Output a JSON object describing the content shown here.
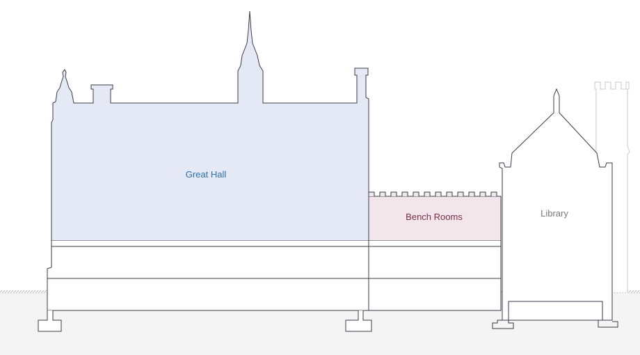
{
  "sections": {
    "great_hall": {
      "label": "Great Hall",
      "fill": "#e5e9f5",
      "text_color": "#2f6ea8"
    },
    "bench_rooms": {
      "label": "Bench Rooms",
      "fill": "#f2e6ea",
      "text_color": "#7a2a4f"
    },
    "library": {
      "label": "Library",
      "fill": "#ffffff",
      "text_color": "#7a7a7a"
    }
  },
  "colors": {
    "outline": "#3a3a4a",
    "ghost_outline": "#c8c8c8",
    "ground": "#f4f4f4",
    "ground_hatch": "#9a9a9a"
  }
}
